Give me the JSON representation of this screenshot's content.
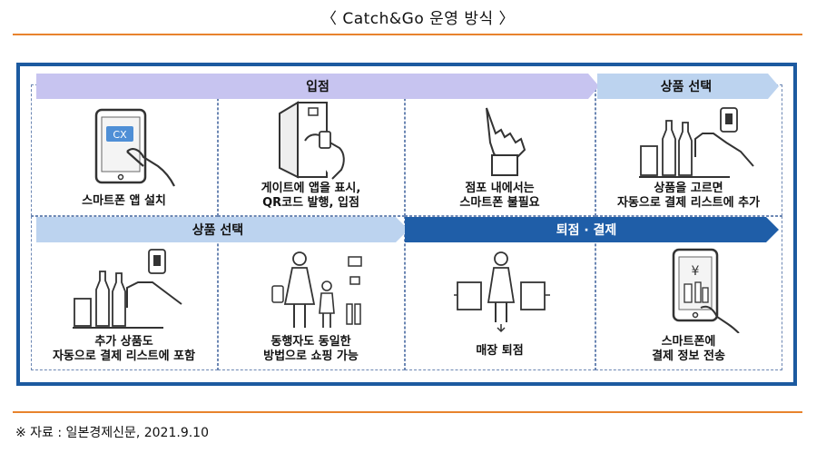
{
  "title": "〈 Catch&Go 운영 방식 〉",
  "bands": {
    "entry": "입점",
    "select_top": "상품 선택",
    "select_bottom": "상품 선택",
    "exit_pay": "퇴점 · 결제"
  },
  "cells": {
    "c1": [
      "스마트폰 앱 설치"
    ],
    "c2": [
      "게이트에 앱을 표시,",
      "QR코드 발행, 입점"
    ],
    "c3": [
      "점포 내에서는",
      "스마트폰 불필요"
    ],
    "c4": [
      "상품을 고르면",
      "자동으로 결제 리스트에 추가"
    ],
    "c5": [
      "추가 상품도",
      "자동으로 결제 리스트에 포함"
    ],
    "c6": [
      "동행자도 동일한",
      "방법으로 쇼핑 가능"
    ],
    "c7": [
      "매장 퇴점"
    ],
    "c8": [
      "스마트폰에",
      "결제 정보 전송"
    ]
  },
  "phone_screen_label": "CX",
  "source": "※ 자료 : 일본경제신문, 2021.9.10",
  "colors": {
    "accent_rule": "#e8832d",
    "frame": "#1c5aa0",
    "band_light": "#bcd3ef",
    "band_lavender": "#c7c4f0",
    "band_dark": "#1f5ea8"
  }
}
